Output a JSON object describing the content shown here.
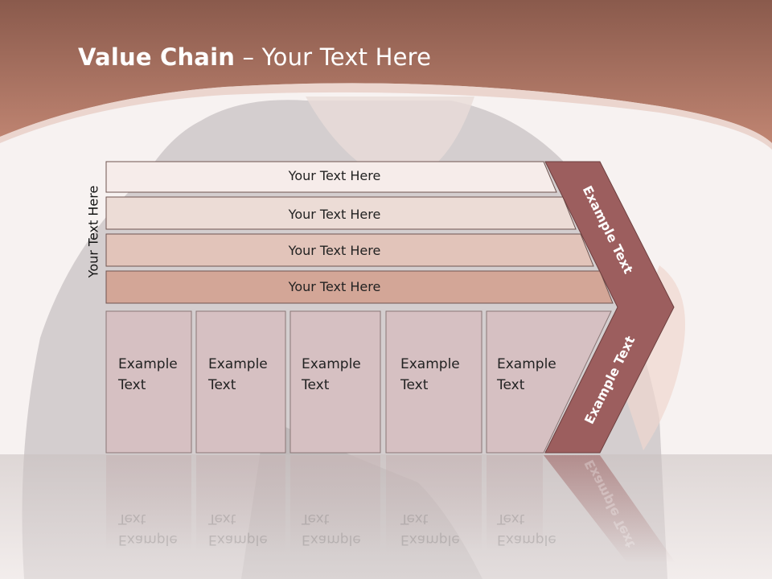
{
  "title": {
    "bold": "Value Chain",
    "rest": " – Your Text Here"
  },
  "side_label": "Your Text Here",
  "rows": [
    {
      "text": "Your Text Here"
    },
    {
      "text": "Your Text Here"
    },
    {
      "text": "Your Text Here"
    },
    {
      "text": "Your Text Here"
    }
  ],
  "columns": [
    {
      "line1": "Example",
      "line2": "Text"
    },
    {
      "line1": "Example",
      "line2": "Text"
    },
    {
      "line1": "Example",
      "line2": "Text"
    },
    {
      "line1": "Example",
      "line2": "Text"
    },
    {
      "line1": "Example",
      "line2": "Text"
    }
  ],
  "chevron": {
    "upper_text": "Example Text",
    "lower_text": "Example Text"
  },
  "colors": {
    "header": "#a86e5c",
    "chevron": "#9c5e5e",
    "row1": "#f6ecea",
    "row2": "#ecdcd6",
    "row3": "#e2c4ba",
    "row4": "#d3a697",
    "cell": "#d6c0c2"
  }
}
